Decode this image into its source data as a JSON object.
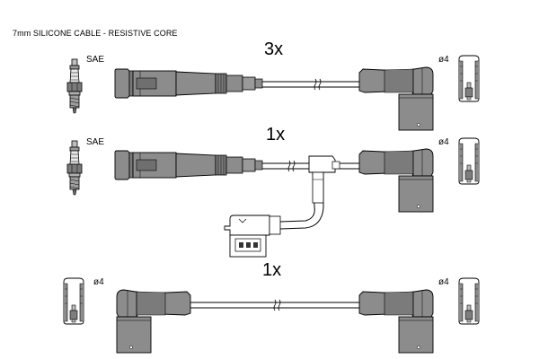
{
  "diagram": {
    "caption": "7mm SILICONE CABLE - RESISTIVE CORE",
    "rows": [
      {
        "quantity": "3x",
        "plug_label": "SAE",
        "end_label": "ø4"
      },
      {
        "quantity": "1x",
        "plug_label": "SAE",
        "end_label": "ø4"
      },
      {
        "quantity": "1x",
        "start_label": "ø4",
        "end_label": "ø4"
      }
    ],
    "colors": {
      "part_fill": "#8c8c8c",
      "part_dark": "#6e6e6e",
      "outline": "#000000",
      "background": "#ffffff"
    }
  }
}
